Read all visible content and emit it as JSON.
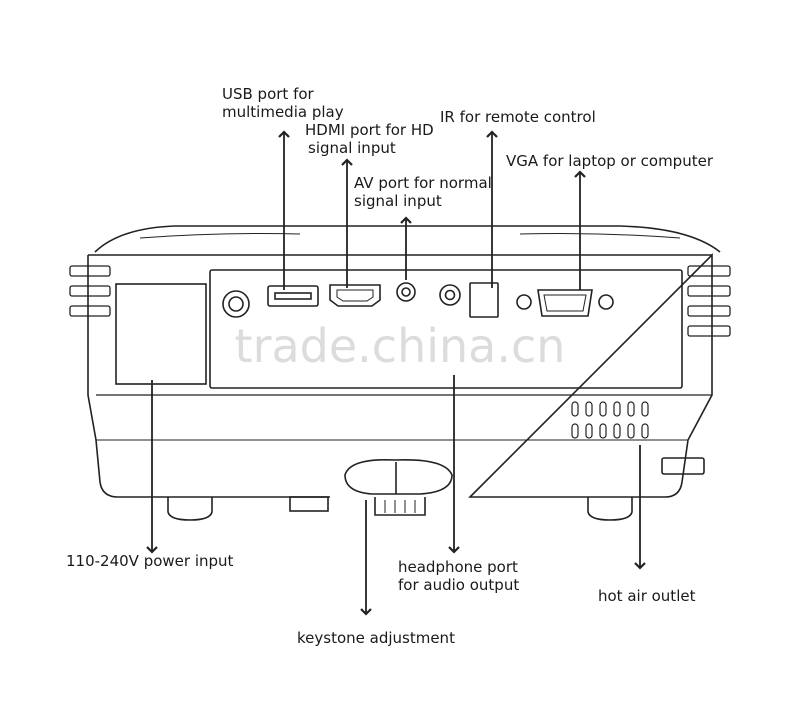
{
  "labels": {
    "usb_line1": "USB port for",
    "usb_line2": "multimedia play",
    "hdmi_line1": "HDMI port for HD",
    "hdmi_line2": "signal input",
    "av_line1": "AV port for normal",
    "av_line2": "signal input",
    "ir": "IR for remote control",
    "vga": "VGA for laptop or computer",
    "power": "110-240V power input",
    "headphone_line1": "headphone port",
    "headphone_line2": "for audio output",
    "hot_air": "hot air outlet",
    "keystone": "keystone adjustment"
  },
  "watermark": "trade.china.cn",
  "colors": {
    "line": "#222222",
    "label": "#1a1a1a",
    "watermark": "#dcdcdc"
  }
}
